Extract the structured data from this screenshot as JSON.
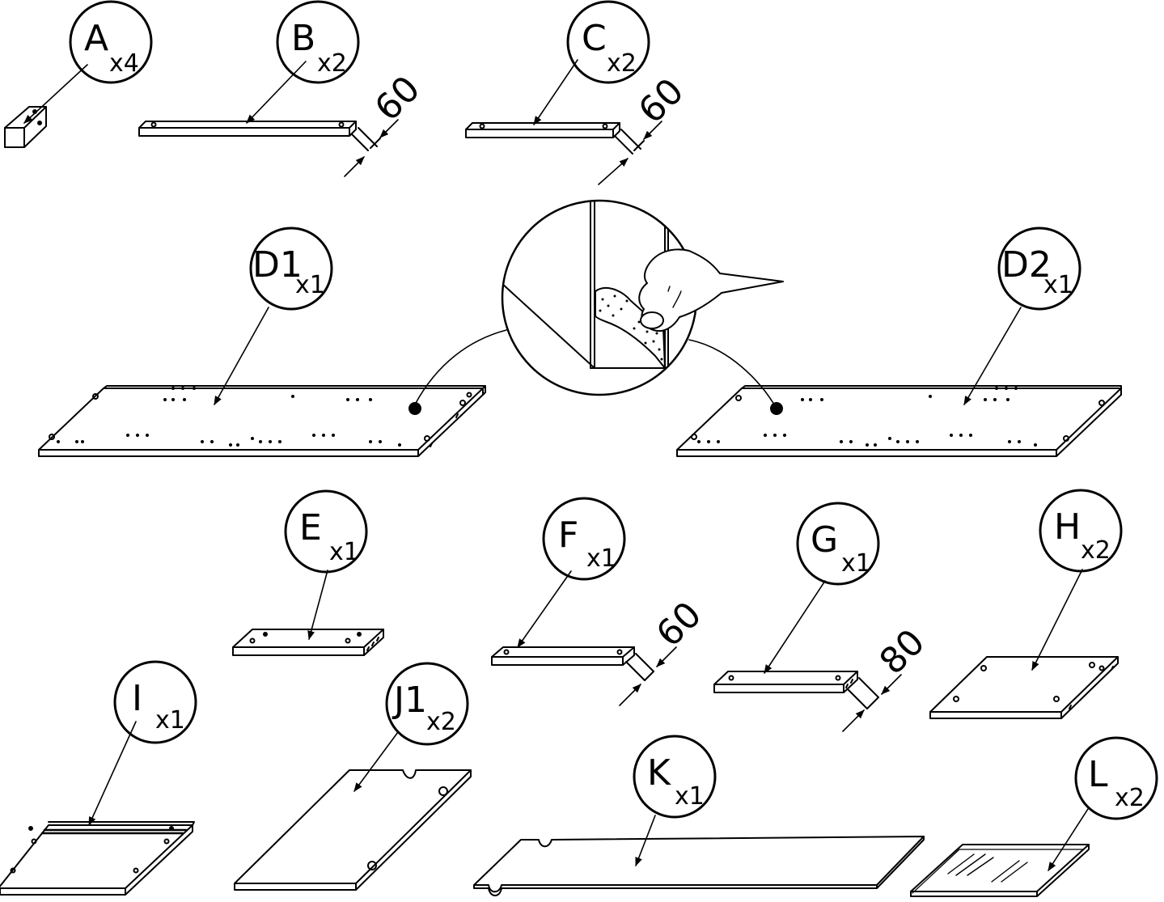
{
  "parts": [
    {
      "id": "A",
      "label": "A",
      "qty": "x4"
    },
    {
      "id": "B",
      "label": "B",
      "qty": "x2",
      "dimension": "60"
    },
    {
      "id": "C",
      "label": "C",
      "qty": "x2",
      "dimension": "60"
    },
    {
      "id": "D1",
      "label": "D1",
      "qty": "x1"
    },
    {
      "id": "D2",
      "label": "D2",
      "qty": "x1"
    },
    {
      "id": "E",
      "label": "E",
      "qty": "x1"
    },
    {
      "id": "F",
      "label": "F",
      "qty": "x1",
      "dimension": "60"
    },
    {
      "id": "G",
      "label": "G",
      "qty": "x1",
      "dimension": "80"
    },
    {
      "id": "H",
      "label": "H",
      "qty": "x2"
    },
    {
      "id": "I",
      "label": "I",
      "qty": "x1"
    },
    {
      "id": "J1",
      "label": "J1",
      "qty": "x2"
    },
    {
      "id": "K",
      "label": "K",
      "qty": "x1"
    },
    {
      "id": "L",
      "label": "L",
      "qty": "x2"
    }
  ]
}
